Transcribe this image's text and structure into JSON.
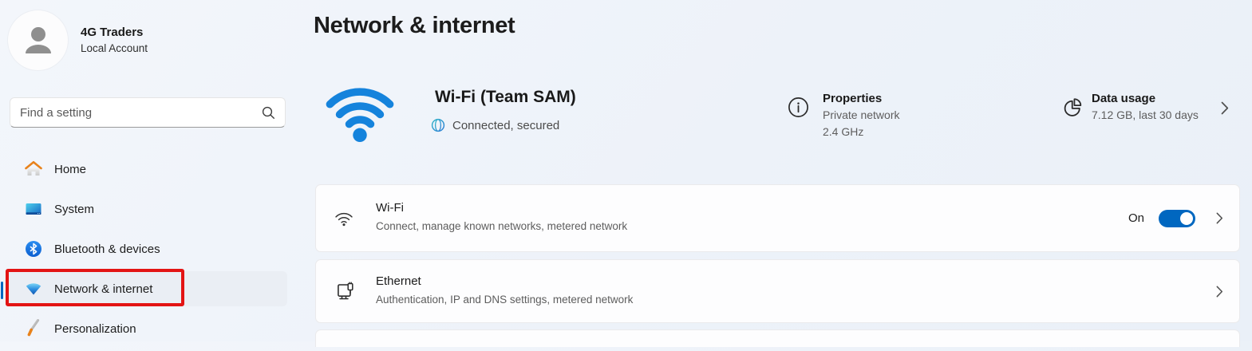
{
  "profile": {
    "name": "4G Traders",
    "account_type": "Local Account"
  },
  "search": {
    "placeholder": "Find a setting"
  },
  "sidebar": {
    "items": [
      {
        "label": "Home",
        "icon": "home-icon",
        "selected": false
      },
      {
        "label": "System",
        "icon": "system-icon",
        "selected": false
      },
      {
        "label": "Bluetooth & devices",
        "icon": "bluetooth-icon",
        "selected": false
      },
      {
        "label": "Network & internet",
        "icon": "network-icon",
        "selected": true
      },
      {
        "label": "Personalization",
        "icon": "personalization-icon",
        "selected": false
      }
    ],
    "annotation": {
      "shape": "red-rectangle",
      "around": "Network & internet",
      "color": "#e31414"
    }
  },
  "page": {
    "title": "Network & internet"
  },
  "hero": {
    "network_name": "Wi-Fi (Team SAM)",
    "status": "Connected, secured",
    "status_icon": "globe-icon",
    "properties": {
      "title": "Properties",
      "line1": "Private network",
      "line2": "2.4 GHz",
      "icon": "info-icon"
    },
    "data_usage": {
      "title": "Data usage",
      "detail": "7.12 GB, last 30 days",
      "icon": "pie-chart-icon"
    }
  },
  "cards": [
    {
      "title": "Wi-Fi",
      "subtitle": "Connect, manage known networks, metered network",
      "icon": "wifi-icon",
      "toggle_label": "On",
      "toggle_state": "on",
      "has_chevron": true
    },
    {
      "title": "Ethernet",
      "subtitle": "Authentication, IP and DNS settings, metered network",
      "icon": "ethernet-icon",
      "has_chevron": true
    }
  ],
  "colors": {
    "accent": "#0067c0",
    "hero_wifi_blue": "#1583dc",
    "annotation_red": "#e31414",
    "background": "#eef2f9",
    "card_background": "#fdfdfe"
  }
}
